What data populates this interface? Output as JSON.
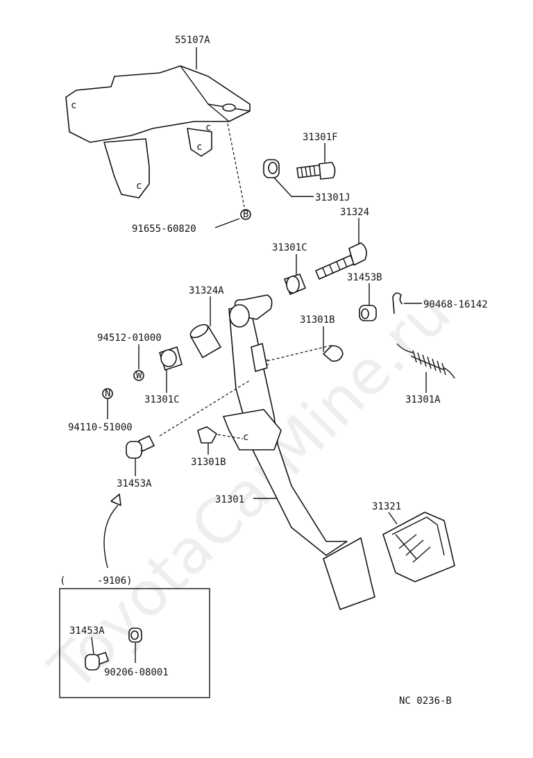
{
  "watermark": "ToyotaCarMine.ru",
  "diagram_code": "NC 0236-B",
  "labels": {
    "l55107A": "55107A",
    "l31301F": "31301F",
    "l31301J": "31301J",
    "l91655": "91655-60820",
    "l31324": "31324",
    "l31301C_top": "31301C",
    "l31453B": "31453B",
    "l90468": "90468-16142",
    "l31324A": "31324A",
    "l31301B_top": "31301B",
    "l94512": "94512-01000",
    "l31301C_bot": "31301C",
    "l31301A": "31301A",
    "l94110": "94110-51000",
    "l31301B_bot": "31301B",
    "l31453A": "31453A",
    "l31301": "31301",
    "l31321": "31321"
  },
  "inset": {
    "range_open": "(",
    "range_code": "-9106)",
    "l31453A": "31453A",
    "l90206": "90206-08001"
  },
  "markers": {
    "B": "B",
    "W": "W",
    "N": "N"
  }
}
